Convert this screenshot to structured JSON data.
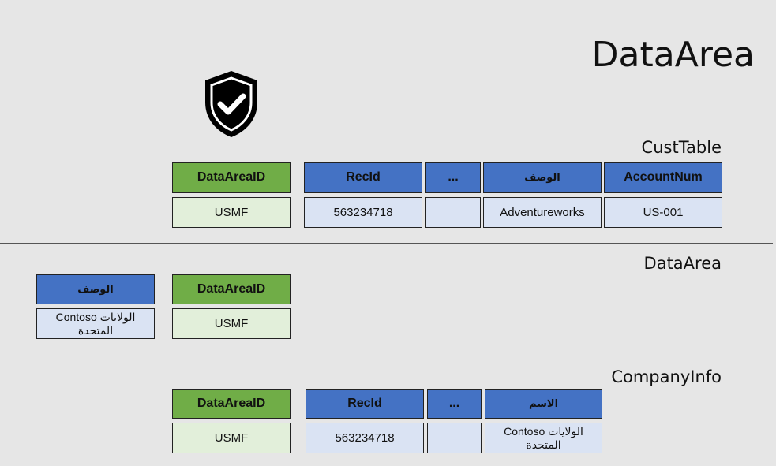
{
  "title": "DataArea",
  "sections": {
    "cust_table": {
      "label": "CustTable",
      "dataareaid_header": "DataAreaID",
      "dataareaid_value": "USMF",
      "headers": [
        "RecId",
        "...",
        "الوصف",
        "AccountNum"
      ],
      "values": [
        "563234718",
        "",
        "Adventureworks",
        "US-001"
      ]
    },
    "data_area": {
      "label": "DataArea",
      "desc_header": "الوصف",
      "desc_value": "Contoso الولايات المتحدة",
      "dataareaid_header": "DataAreaID",
      "dataareaid_value": "USMF"
    },
    "company_info": {
      "label": "CompanyInfo",
      "dataareaid_header": "DataAreaID",
      "dataareaid_value": "USMF",
      "headers": [
        "RecId",
        "...",
        "الاسم"
      ],
      "values": [
        "563234718",
        "",
        "Contoso الولايات المتحدة"
      ]
    }
  },
  "colors": {
    "blue_header": "#4472c4",
    "green_header": "#70ad47",
    "blue_cell": "#dae3f3",
    "green_cell": "#e2efda",
    "background": "#e6e6e6"
  },
  "icons": {
    "security": "shield-check-icon"
  }
}
